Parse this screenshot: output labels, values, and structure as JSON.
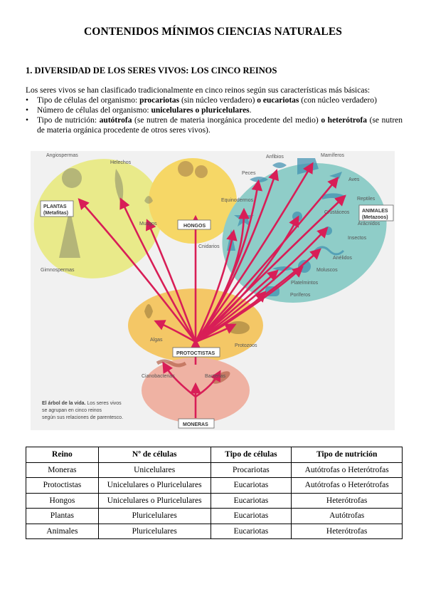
{
  "doc_title": "CONTENIDOS MÍNIMOS CIENCIAS NATURALES",
  "section_title": "1. DIVERSIDAD DE LOS SERES VIVOS: LOS CINCO REINOS",
  "intro": "Los seres vivos se han clasificado tradicionalmente en cinco reinos según sus características más básicas:",
  "bullets": {
    "b1": {
      "pre": "Tipo de células del organismo: ",
      "bold1": "procariotas",
      "mid": " (sin núcleo verdadero) ",
      "bold2": "o eucariotas",
      "post": " (con núcleo verdadero)"
    },
    "b2": {
      "pre": "Número de células del organismo: ",
      "bold1": "unicelulares o pluricelulares",
      "post": "."
    },
    "b3": {
      "pre": "Tipo de nutrición: ",
      "bold1": "autótrofa",
      "mid": " (se nutren de materia inorgánica procedente del medio) ",
      "bold2": "o heterótrofa",
      "post": " (se nutren de materia orgánica procedente de otros seres vivos)."
    }
  },
  "figure": {
    "kingdom_labels": {
      "plantas": "PLANTAS",
      "plantas_sub": "(Metafitas)",
      "hongos": "HONGOS",
      "animales": "ANIMALES",
      "animales_sub": "(Metazoos)",
      "protoctistas": "PROTOCTISTAS",
      "moneras": "MONERAS"
    },
    "labels": {
      "angiospermas": "Angiospermas",
      "helechos": "Helechos",
      "musgos": "Musgos",
      "gimnospermas": "Gimnospermas",
      "anfibios": "Anfibios",
      "mamiferos": "Mamíferos",
      "aves": "Aves",
      "peces": "Peces",
      "reptiles": "Reptiles",
      "equinodermos": "Equinodermos",
      "crustaceos": "Crustáceos",
      "aracnidos": "Arácnidos",
      "insectos": "Insectos",
      "cnidarios": "Cnidarios",
      "anelidos": "Anélidos",
      "moluscos": "Moluscos",
      "platelmintos": "Platelmintos",
      "poriferos": "Poríferos",
      "algas": "Algas",
      "protozoos": "Protozoos",
      "cianobacterias": "Cianobacterias",
      "bacterias": "Bacterias"
    },
    "caption_bold": "El árbol de la vida.",
    "caption_1": " Los seres vivos",
    "caption_2": "se agrupan en cinco reinos",
    "caption_3": "según sus relaciones de parentesco."
  },
  "table": {
    "headers": [
      "Reino",
      "Nº de células",
      "Tipo de células",
      "Tipo de nutrición"
    ],
    "rows": [
      [
        "Moneras",
        "Unicelulares",
        "Procariotas",
        "Autótrofas o Heterótrofas"
      ],
      [
        "Protoctistas",
        "Unicelulares o Pluricelulares",
        "Eucariotas",
        "Autótrofas o Heterótrofas"
      ],
      [
        "Hongos",
        "Unicelulares o Pluricelulares",
        "Eucariotas",
        "Heterótrofas"
      ],
      [
        "Plantas",
        "Pluricelulares",
        "Eucariotas",
        "Autótrofas"
      ],
      [
        "Animales",
        "Pluricelulares",
        "Eucariotas",
        "Heterótrofas"
      ]
    ]
  },
  "colors": {
    "plantas": "#e9ea8a",
    "hongos": "#f6d766",
    "animales": "#8fcdc8",
    "protoctistas": "#f4c766",
    "moneras": "#efb2a3",
    "arrows": "#d81e57"
  }
}
